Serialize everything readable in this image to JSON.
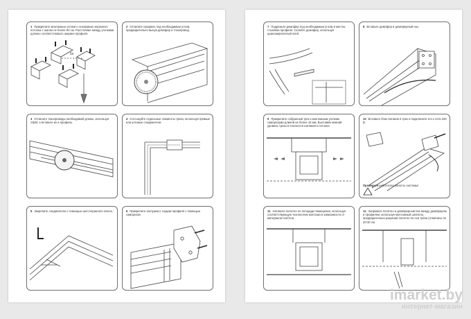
{
  "steps": [
    {
      "num": "1",
      "text": "Прикрепите монтажные уголки к основанию чернового потолка с шагом не более 60 см. Расстояние между уголками должно соответствовать ширине профиля.",
      "label": "5x"
    },
    {
      "num": "2",
      "text": "Отпилите профиль под необходимым углом, предварительно вынув демпфер и токопровод."
    },
    {
      "num": "3",
      "text": "Отпилите токопроводы необходимой длины, используя УШМ, и вставьте их в профиль."
    },
    {
      "num": "4",
      "text": "Состыкуйте отдельные элементы трека, используя прямые или угловые соединители."
    },
    {
      "num": "5",
      "text": "Закрепите соединители с помощью шестигранного ключа."
    },
    {
      "num": "6",
      "text": "Прикрепите заглушки к торцам профиля с помощью саморезов."
    },
    {
      "num": "7",
      "text": "Подрежьте демпфер под необходимым углом в местах стыковки профиля. Склейте демпфер, используя цианоакрилатный клей."
    },
    {
      "num": "8",
      "text": "Вставьте демпфер в демпферный паз."
    },
    {
      "num": "9",
      "text": "Прикрепите собранный трек к монтажным уголкам саморезами длиной не более 16 мм. Выставив нижний уровень трека в плоскости натяжного потолка."
    },
    {
      "num": "10",
      "text": "Вставьте блок питания в трек и подключите его к сети 220 В.",
      "check_bold": "Проверьте",
      "check_rest": "работоспособность системы!"
    },
    {
      "num": "11",
      "text": "Натяните полотно по площади помещения, используя соответствующую технологию монтажа в зависимости от материала полотна."
    },
    {
      "num": "12",
      "text": "Заправьте полотно в демпферный паз между демпфером и профилем, используя монтажный шпатель, предварительно разрезав полотно по оси трека (отметины по 20-30 см."
    }
  ],
  "watermark": {
    "main": "imarket.by",
    "sub": "интернет-магазин"
  }
}
